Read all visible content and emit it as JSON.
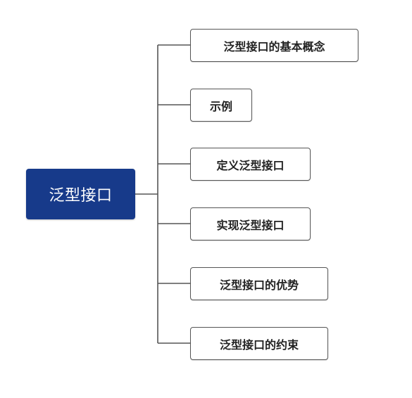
{
  "colors": {
    "root_fill": "#173a8a",
    "root_text": "#ffffff",
    "child_border": "#555555",
    "child_text": "#222222",
    "connector": "#555555"
  },
  "mindmap": {
    "root": {
      "label": "泛型接口"
    },
    "children": [
      {
        "label": "泛型接口的基本概念"
      },
      {
        "label": "示例"
      },
      {
        "label": "定义泛型接口"
      },
      {
        "label": "实现泛型接口"
      },
      {
        "label": "泛型接口的优势"
      },
      {
        "label": "泛型接口的约束"
      }
    ]
  }
}
